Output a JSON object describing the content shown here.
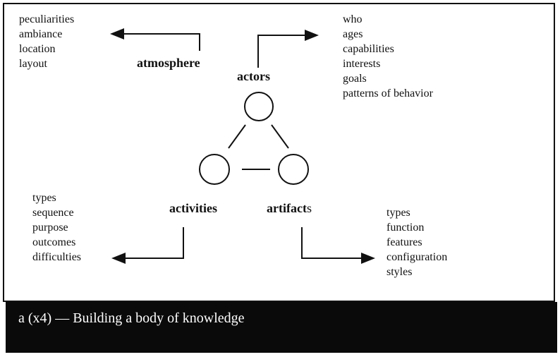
{
  "diagram": {
    "nodes": {
      "atmosphere": {
        "label": "atmosphere"
      },
      "actors": {
        "label": "actors"
      },
      "activities": {
        "label": "activities"
      },
      "artifacts": {
        "label_bold": "artifact",
        "label_rest": "s"
      }
    },
    "lists": {
      "atmosphere": [
        "peculiarities",
        "ambiance",
        "location",
        "layout"
      ],
      "actors": [
        "who",
        "ages",
        "capabilities",
        "interests",
        "goals",
        "patterns of behavior"
      ],
      "activities": [
        "types",
        "sequence",
        "purpose",
        "outcomes",
        "difficulties"
      ],
      "artifacts": [
        "types",
        "function",
        "features",
        "configuration",
        "styles"
      ]
    }
  },
  "caption": {
    "text": "a (x4) — Building a body of knowledge"
  }
}
